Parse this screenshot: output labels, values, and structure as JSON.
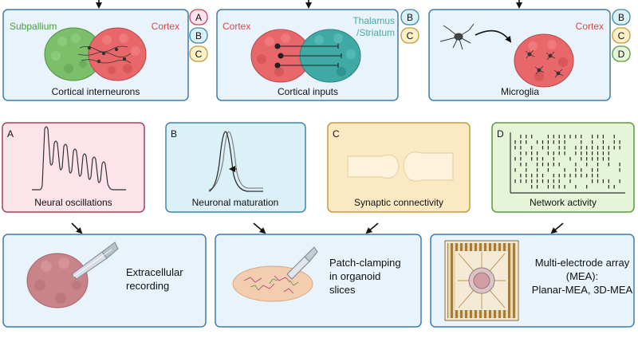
{
  "assembloids": [
    {
      "left_label": "Subpallium",
      "right_label": "Cortex",
      "caption": "Cortical interneurons",
      "badges": [
        "A",
        "B",
        "C"
      ],
      "left_color": "#7cbf6a",
      "right_color": "#e8676a"
    },
    {
      "left_label": "Cortex",
      "right_label_line1": "Thalamus",
      "right_label_line2": "/Striatum",
      "caption": "Cortical inputs",
      "badges": [
        "B",
        "C"
      ],
      "left_color": "#e8676a",
      "right_color": "#3fa9a6"
    },
    {
      "right_label": "Cortex",
      "caption": "Microglia",
      "badges": [
        "B",
        "C",
        "D"
      ],
      "right_color": "#e8676a"
    }
  ],
  "readouts": [
    {
      "letter": "A",
      "caption": "Neural oscillations",
      "bg": "#fde4ea",
      "border": "#a8425a"
    },
    {
      "letter": "B",
      "caption": "Neuronal maturation",
      "bg": "#dcf0f7",
      "border": "#3a88a8"
    },
    {
      "letter": "C",
      "caption": "Synaptic connectivity",
      "bg": "#fbe9c3",
      "border": "#c79a3a"
    },
    {
      "letter": "D",
      "caption": "Network activity",
      "bg": "#e6f5d8",
      "border": "#5a9a3e"
    }
  ],
  "methods": [
    {
      "line1": "Extracellular",
      "line2": "recording"
    },
    {
      "line1": "Patch-clamping",
      "line2": "in organoid",
      "line3": "slices"
    },
    {
      "line1": "Multi-electrode array",
      "line2": "(MEA):",
      "line3": "Planar-MEA, 3D-MEA"
    }
  ],
  "badge_colors": {
    "A": {
      "bg": "#fde4ea",
      "border": "#c0475f"
    },
    "B": {
      "bg": "#dcf0f7",
      "border": "#3a88a8"
    },
    "C": {
      "bg": "#fbf1c8",
      "border": "#c79a3a"
    },
    "D": {
      "bg": "#e6f5d8",
      "border": "#5a9a3e"
    }
  },
  "colors": {
    "panel_border": "#3d7bb0",
    "panel_bg": "#e8f3fb",
    "subpallium_text": "#4a9e3a",
    "cortex_text": "#d24a4a",
    "thalamus_text": "#48aaa6"
  }
}
